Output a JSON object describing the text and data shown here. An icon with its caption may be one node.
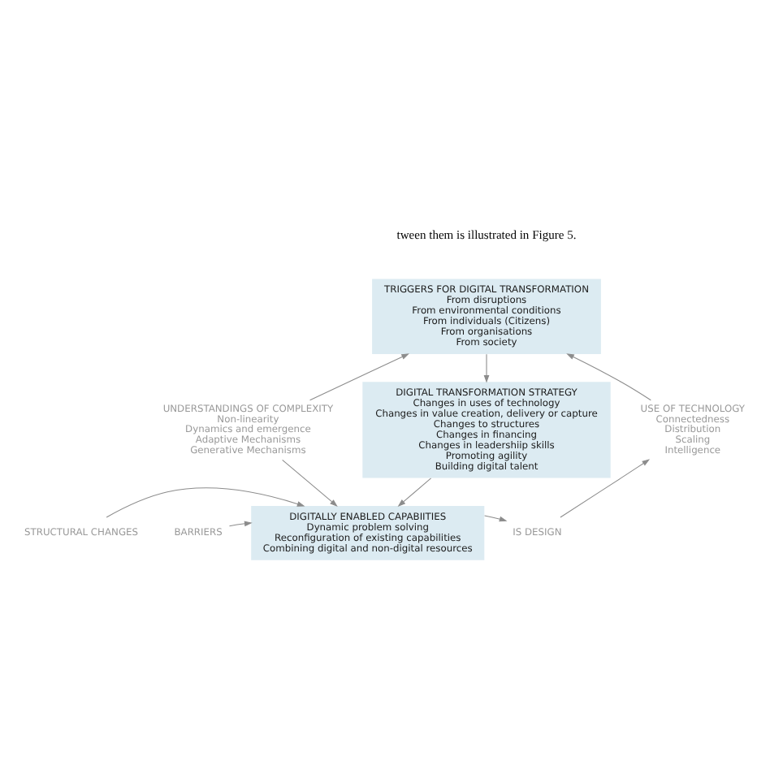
{
  "diagram": {
    "nodes": [
      {
        "text": [
          "TRIGGERS FOR DIGITAL TRANSFORMATION",
          "From disruptions",
          "From environmental conditions",
          "From individuals (Citizens)",
          "From organisations",
          "From society"
        ]
      },
      {
        "text": [
          "DIGITAL TRANSFORMATION STRATEGY",
          "Changes in uses of technology",
          "Changes in value creation, delivery or capture",
          "Changes to structures",
          "Changes in financing",
          "Changes in leadershiip skills",
          "Promoting agility",
          "Building digital talent"
        ]
      },
      {
        "text": [
          "DIGITALLY ENABLED CAPABIITIES",
          "Dynamic problem solving",
          "Reconfiguration of existing capabilities",
          "Combining digital and non-digital resources"
        ]
      },
      {
        "text": [
          "UNDERSTANDINGS OF COMPLEXITY",
          "Non-linearity",
          "Dynamics and emergence",
          "Adaptive Mechanisms",
          "Generative Mechanisms"
        ]
      },
      {
        "text": [
          "USE OF TECHNOLOGY",
          "Connectedness",
          "Distribution",
          "Scaling",
          "Intelligence"
        ]
      },
      {
        "text": [
          "IS DESIGN"
        ]
      },
      {
        "text": [
          "BARRIERS"
        ]
      },
      {
        "text": [
          "STRUCTURAL CHANGES"
        ]
      }
    ],
    "edges": [
      {
        "from": 0,
        "to": 1,
        "arrow": "to"
      },
      {
        "from": 1,
        "to": 2,
        "arrow": "to"
      },
      {
        "from": 3,
        "to": 0,
        "arrow": "to"
      },
      {
        "from": 3,
        "to": 2,
        "arrow": "to"
      },
      {
        "from": 2,
        "to": 5,
        "arrow": "to"
      },
      {
        "from": 5,
        "to": 4,
        "arrow": "to"
      },
      {
        "from": 4,
        "to": 0,
        "arrow": "to"
      },
      {
        "from": 6,
        "to": 2,
        "arrow": "to"
      },
      {
        "from": 7,
        "to": 2,
        "arrow": "to"
      }
    ],
    "labels": [
      "tween them is illustrated in Figure 5."
    ]
  }
}
